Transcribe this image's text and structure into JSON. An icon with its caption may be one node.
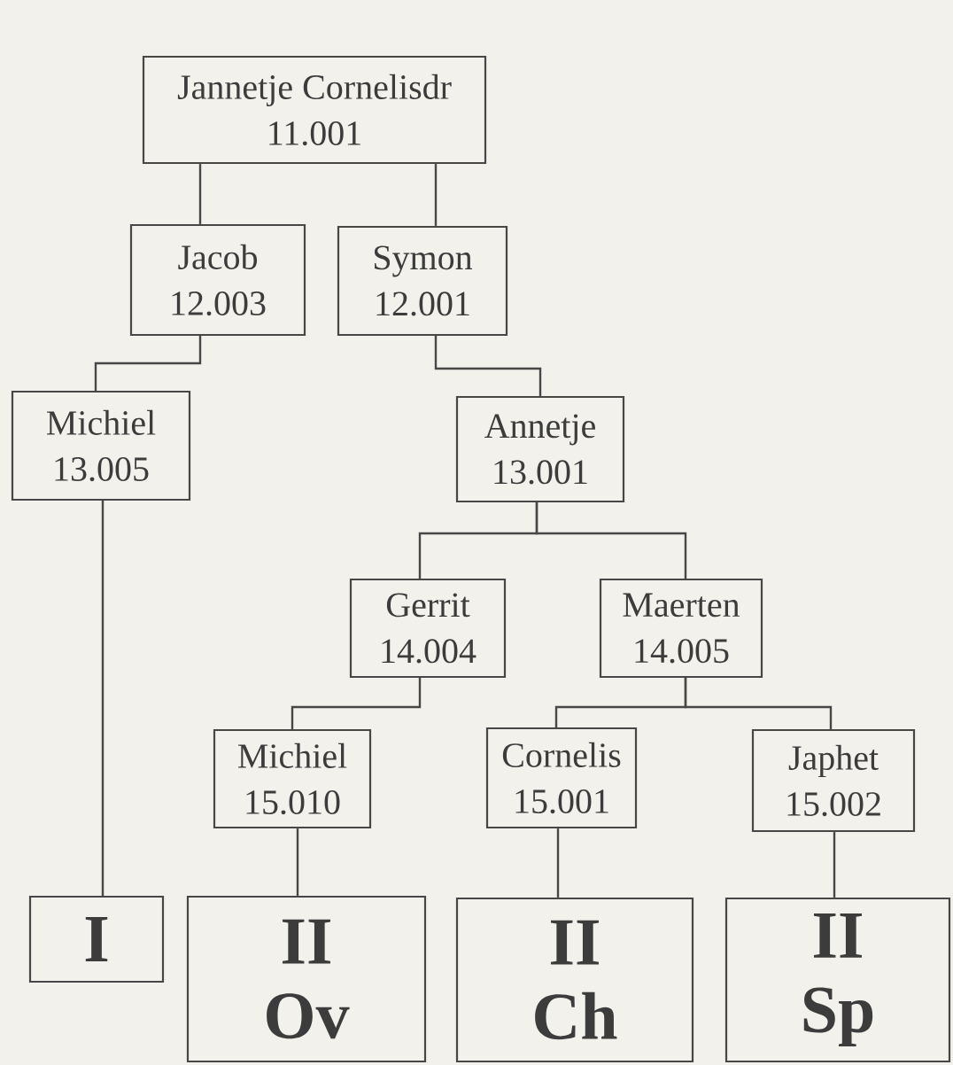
{
  "diagram": {
    "nodes": [
      {
        "text": [
          "Jannetje Cornelisdr",
          "11.001"
        ]
      },
      {
        "text": [
          "Jacob",
          "12.003"
        ]
      },
      {
        "text": [
          "Symon",
          "12.001"
        ]
      },
      {
        "text": [
          "Michiel",
          "13.005"
        ]
      },
      {
        "text": [
          "Annetje",
          "13.001"
        ]
      },
      {
        "text": [
          "Gerrit",
          "14.004"
        ]
      },
      {
        "text": [
          "Maerten",
          "14.005"
        ]
      },
      {
        "text": [
          "Michiel",
          "15.010"
        ]
      },
      {
        "text": [
          "Cornelis",
          "15.001"
        ]
      },
      {
        "text": [
          "Japhet",
          "15.002"
        ]
      },
      {
        "text": [
          "I"
        ]
      },
      {
        "text": [
          "II",
          "Ov"
        ]
      },
      {
        "text": [
          "II",
          "Ch"
        ]
      },
      {
        "text": [
          "II",
          "Sp"
        ]
      }
    ],
    "edges": [
      {
        "from": 0,
        "to": 1,
        "arrow": "none"
      },
      {
        "from": 0,
        "to": 2,
        "arrow": "none"
      },
      {
        "from": 1,
        "to": 3,
        "arrow": "none"
      },
      {
        "from": 2,
        "to": 4,
        "arrow": "none"
      },
      {
        "from": 4,
        "to": 5,
        "arrow": "none"
      },
      {
        "from": 4,
        "to": 6,
        "arrow": "none"
      },
      {
        "from": 5,
        "to": 7,
        "arrow": "none"
      },
      {
        "from": 6,
        "to": 8,
        "arrow": "none"
      },
      {
        "from": 6,
        "to": 9,
        "arrow": "none"
      },
      {
        "from": 3,
        "to": 10,
        "arrow": "none"
      },
      {
        "from": 7,
        "to": 11,
        "arrow": "none"
      },
      {
        "from": 8,
        "to": 12,
        "arrow": "none"
      },
      {
        "from": 9,
        "to": 13,
        "arrow": "none"
      }
    ]
  }
}
